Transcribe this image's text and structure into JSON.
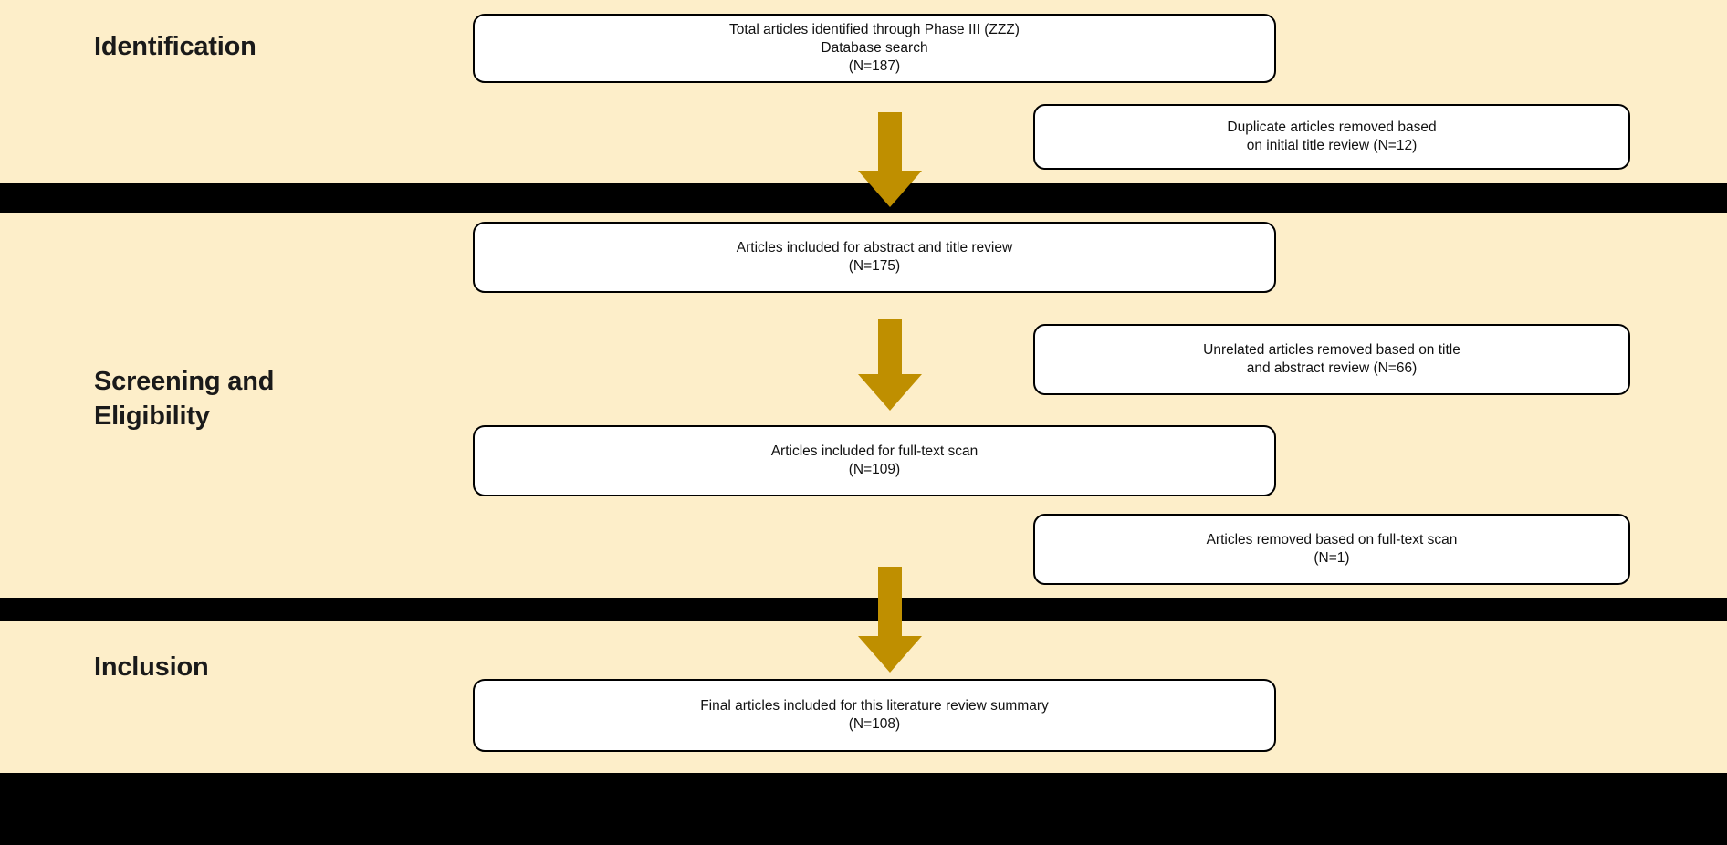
{
  "diagram": {
    "title": "PRISMA literature review flow diagram",
    "background_color": "#fdeec9",
    "band_color": "#000000",
    "arrow_color": "#bf8f00",
    "box_border_color": "#000000",
    "box_fill_color": "#ffffff"
  },
  "stages": [
    {
      "key": "identification",
      "label": "Identification"
    },
    {
      "key": "screening",
      "label": "Screening and\nEligibility"
    },
    {
      "key": "inclusion",
      "label": "Inclusion"
    }
  ],
  "boxes": {
    "identified": {
      "text": "Total articles identified through Phase III (ZZZ)\nDatabase search\n(N=187)",
      "count": 187
    },
    "duplicates": {
      "text": "Duplicate articles removed based\non initial title review (N=12)",
      "count": 12
    },
    "abstract_review": {
      "text": "Articles included for abstract and title review\n(N=175)",
      "count": 175
    },
    "unrelated_removed": {
      "text": "Unrelated articles removed based on title\nand abstract review (N=66)",
      "count": 66
    },
    "fulltext_scan": {
      "text": "Articles included for full-text scan\n(N=109)",
      "count": 109
    },
    "fulltext_removed": {
      "text": "Articles removed based on full-text scan\n(N=1)",
      "count": 1
    },
    "final_included": {
      "text": "Final articles included for this literature review summary\n(N=108)",
      "count": 108
    }
  },
  "arrows": [
    {
      "name": "arrow-identification-to-screening",
      "direction": "down"
    },
    {
      "name": "arrow-abstract-to-fulltext",
      "direction": "down"
    },
    {
      "name": "arrow-screening-to-inclusion",
      "direction": "down"
    }
  ]
}
